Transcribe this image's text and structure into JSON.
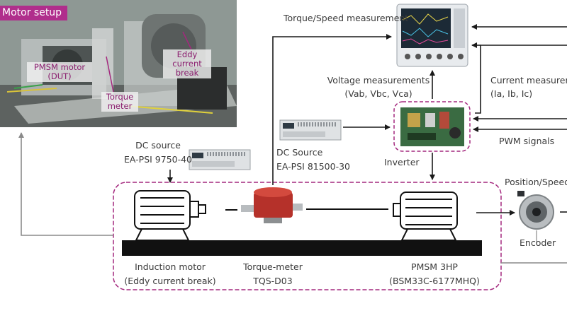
{
  "photo": {
    "title": "Motor setup",
    "labels": {
      "pmsm": "PMSM motor (DUT)",
      "torque": "Torque meter",
      "eddy": "Eddy current break"
    }
  },
  "labels": {
    "torque_speed": "Torque/Speed measurement",
    "voltage_meas": "Voltage measurements",
    "voltage_meas_sub": "(Vab, Vbc, Vca)",
    "current_meas": "Current measurements",
    "current_meas_sub": "(Ia, Ib, Ic)",
    "pwm": "PWM signals",
    "dc_source_1": "DC source",
    "dc_source_1_model": "EA-PSI 9750-40",
    "dc_source_2": "DC Source",
    "dc_source_2_model": "EA-PSI 81500-30",
    "inverter": "Inverter",
    "position_speed": "Position/Speed",
    "encoder": "Encoder",
    "induction_motor": "Induction motor",
    "induction_motor_sub": "(Eddy current break)",
    "torque_meter": "Torque-meter",
    "torque_meter_model": "TQS-D03",
    "pmsm": "PMSM 3HP",
    "pmsm_model": "(BSM33C-6177MHQ)"
  },
  "colors": {
    "accent": "#a4287e",
    "arrow": "#1a1a1a",
    "feedback": "#8a8a8a",
    "base": "#111111"
  }
}
